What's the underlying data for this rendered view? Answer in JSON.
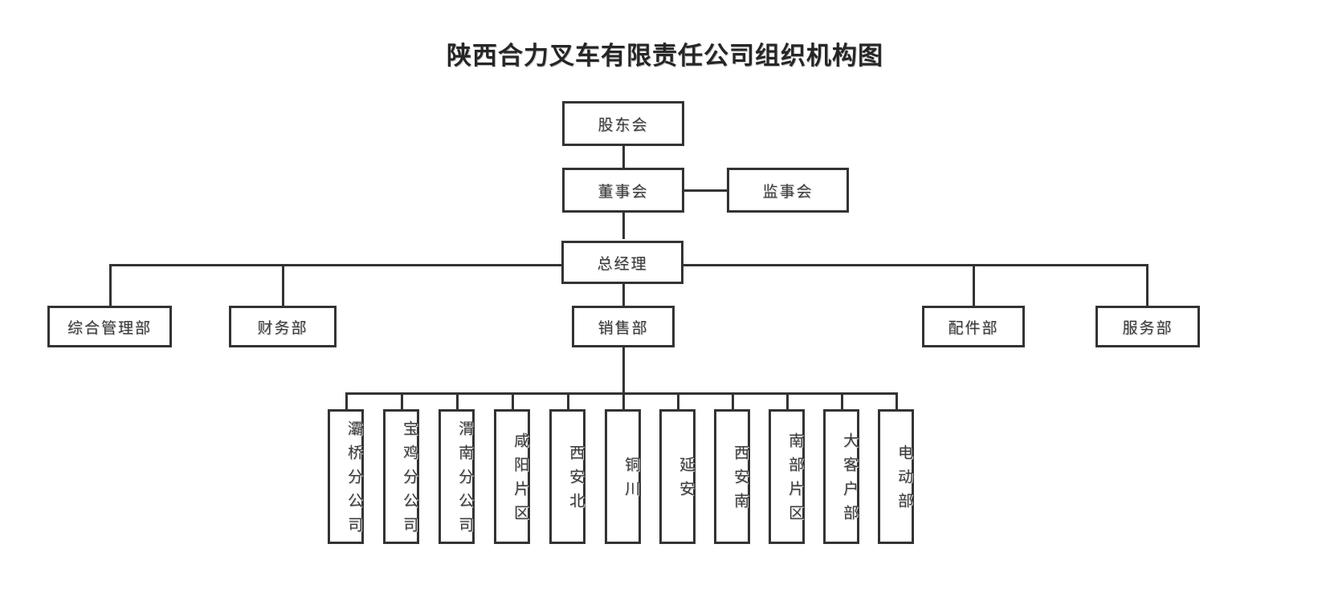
{
  "title": "陕西合力叉车有限责任公司组织机构图",
  "theme": {
    "background": "#ffffff",
    "line_color": "#333333",
    "text_color": "#3a3a3a",
    "title_color": "#262626"
  },
  "chart_data": {
    "type": "diagram",
    "diagram_type": "organizational-chart",
    "title": "陕西合力叉车有限责任公司组织机构图",
    "orientation": "top-down",
    "nodes": [
      {
        "id": "shareholders",
        "label": "股东会",
        "level": 0,
        "text_direction": "horizontal"
      },
      {
        "id": "board",
        "label": "董事会",
        "level": 1,
        "text_direction": "horizontal"
      },
      {
        "id": "supervisors",
        "label": "监事会",
        "level": 1,
        "text_direction": "horizontal"
      },
      {
        "id": "gm",
        "label": "总经理",
        "level": 2,
        "text_direction": "horizontal"
      },
      {
        "id": "admin",
        "label": "综合管理部",
        "level": 3,
        "text_direction": "horizontal"
      },
      {
        "id": "finance",
        "label": "财务部",
        "level": 3,
        "text_direction": "horizontal"
      },
      {
        "id": "sales",
        "label": "销售部",
        "level": 3,
        "text_direction": "horizontal"
      },
      {
        "id": "parts",
        "label": "配件部",
        "level": 3,
        "text_direction": "horizontal"
      },
      {
        "id": "service",
        "label": "服务部",
        "level": 3,
        "text_direction": "horizontal"
      },
      {
        "id": "baqiao",
        "label": "灞桥分公司",
        "level": 4,
        "text_direction": "vertical"
      },
      {
        "id": "baoji",
        "label": "宝鸡分公司",
        "level": 4,
        "text_direction": "vertical"
      },
      {
        "id": "weinan",
        "label": "渭南分公司",
        "level": 4,
        "text_direction": "vertical"
      },
      {
        "id": "xianyang",
        "label": "咸阳片区",
        "level": 4,
        "text_direction": "vertical"
      },
      {
        "id": "xian-north",
        "label": "西安北",
        "level": 4,
        "text_direction": "vertical"
      },
      {
        "id": "tongchuan",
        "label": "铜川",
        "level": 4,
        "text_direction": "vertical"
      },
      {
        "id": "yanan",
        "label": "延安",
        "level": 4,
        "text_direction": "vertical"
      },
      {
        "id": "xian-south",
        "label": "西安南",
        "level": 4,
        "text_direction": "vertical"
      },
      {
        "id": "south-region",
        "label": "南部片区",
        "level": 4,
        "text_direction": "vertical"
      },
      {
        "id": "key-accounts",
        "label": "大客户部",
        "level": 4,
        "text_direction": "vertical"
      },
      {
        "id": "electric",
        "label": "电动部",
        "level": 4,
        "text_direction": "vertical"
      }
    ],
    "edges": [
      {
        "from": "shareholders",
        "to": "board",
        "style": "vertical"
      },
      {
        "from": "board",
        "to": "supervisors",
        "style": "horizontal-sibling"
      },
      {
        "from": "board",
        "to": "gm",
        "style": "vertical"
      },
      {
        "from": "gm",
        "to": "admin",
        "style": "bus"
      },
      {
        "from": "gm",
        "to": "finance",
        "style": "bus"
      },
      {
        "from": "gm",
        "to": "sales",
        "style": "bus"
      },
      {
        "from": "gm",
        "to": "parts",
        "style": "bus"
      },
      {
        "from": "gm",
        "to": "service",
        "style": "bus"
      },
      {
        "from": "sales",
        "to": "baqiao",
        "style": "bus"
      },
      {
        "from": "sales",
        "to": "baoji",
        "style": "bus"
      },
      {
        "from": "sales",
        "to": "weinan",
        "style": "bus"
      },
      {
        "from": "sales",
        "to": "xianyang",
        "style": "bus"
      },
      {
        "from": "sales",
        "to": "xian-north",
        "style": "bus"
      },
      {
        "from": "sales",
        "to": "tongchuan",
        "style": "bus"
      },
      {
        "from": "sales",
        "to": "yanan",
        "style": "bus"
      },
      {
        "from": "sales",
        "to": "xian-south",
        "style": "bus"
      },
      {
        "from": "sales",
        "to": "south-region",
        "style": "bus"
      },
      {
        "from": "sales",
        "to": "key-accounts",
        "style": "bus"
      },
      {
        "from": "sales",
        "to": "electric",
        "style": "bus"
      }
    ]
  },
  "nodes": {
    "shareholders": "股东会",
    "board": "董事会",
    "supervisors": "监事会",
    "gm": "总经理",
    "admin": "综合管理部",
    "finance": "财务部",
    "sales": "销售部",
    "parts": "配件部",
    "service": "服务部",
    "baqiao": "灞桥分公司",
    "baoji": "宝鸡分公司",
    "weinan": "渭南分公司",
    "xianyang": "咸阳片区",
    "xian_north": "西安北",
    "tongchuan": "铜川",
    "yanan": "延安",
    "xian_south": "西安南",
    "south_region": "南部片区",
    "key_accounts": "大客户部",
    "electric": "电动部"
  }
}
